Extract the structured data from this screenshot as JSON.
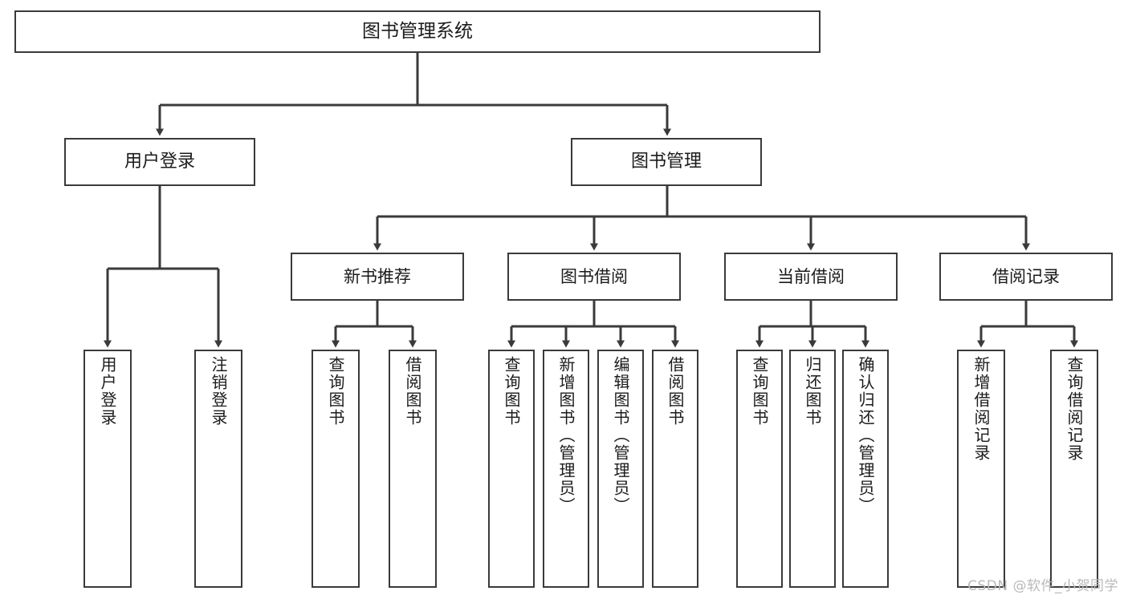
{
  "diagram": {
    "title": "图书管理系统",
    "type": "tree",
    "watermark": "CSDN @软件_小贺同学",
    "colors": {
      "stroke": "#3a3a3a",
      "fill": "#ffffff",
      "text": "#1b1b1b",
      "watermark": "#b9b9b9"
    },
    "nodes": {
      "root": {
        "label": "图书管理系统"
      },
      "level2": [
        {
          "label": "用户登录"
        },
        {
          "label": "图书管理"
        }
      ],
      "level3": [
        {
          "label": "新书推荐"
        },
        {
          "label": "图书借阅"
        },
        {
          "label": "当前借阅"
        },
        {
          "label": "借阅记录"
        }
      ],
      "leaves": {
        "user_login": [
          {
            "label": "用户登录"
          },
          {
            "label": "注销登录"
          }
        ],
        "new_book": [
          {
            "label": "查询图书"
          },
          {
            "label": "借阅图书"
          }
        ],
        "book_borrow": [
          {
            "label": "查询图书"
          },
          {
            "label": "新增图书（管理员）"
          },
          {
            "label": "编辑图书（管理员）"
          },
          {
            "label": "借阅图书"
          }
        ],
        "current_borrow": [
          {
            "label": "查询图书"
          },
          {
            "label": "归还图书"
          },
          {
            "label": "确认归还（管理员）"
          }
        ],
        "borrow_record": [
          {
            "label": "新增借阅记录"
          },
          {
            "label": "查询借阅记录"
          }
        ]
      }
    }
  }
}
